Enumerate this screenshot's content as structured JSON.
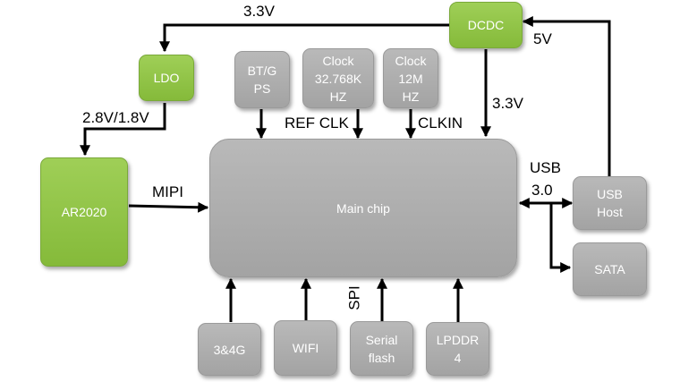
{
  "blocks": {
    "dcdc": "DCDC",
    "ldo": "LDO",
    "ar2020": "AR2020",
    "bt_gps": "BT/G\nPS",
    "clock_32k": "Clock\n32.768K\nHZ",
    "clock_12m": "Clock\n12M\nHZ",
    "main_chip": "Main chip",
    "usb_host": "USB\nHost",
    "sata": "SATA",
    "g34": "3&4G",
    "wifi": "WIFI",
    "serial_flash": "Serial\nflash",
    "lpddr4": "LPDDR\n4"
  },
  "labels": {
    "v33_top": "3.3V",
    "v5": "5V",
    "v28_18": "2.8V/1.8V",
    "v33_right": "3.3V",
    "ref_clk": "REF CLK",
    "clkin": "CLKIN",
    "mipi": "MIPI",
    "usb": "USB",
    "usb30": "3.0",
    "spi": "SPI"
  },
  "colors": {
    "block_gray": "#a9a9a9",
    "block_green": "#8cc249",
    "line": "#000000"
  }
}
